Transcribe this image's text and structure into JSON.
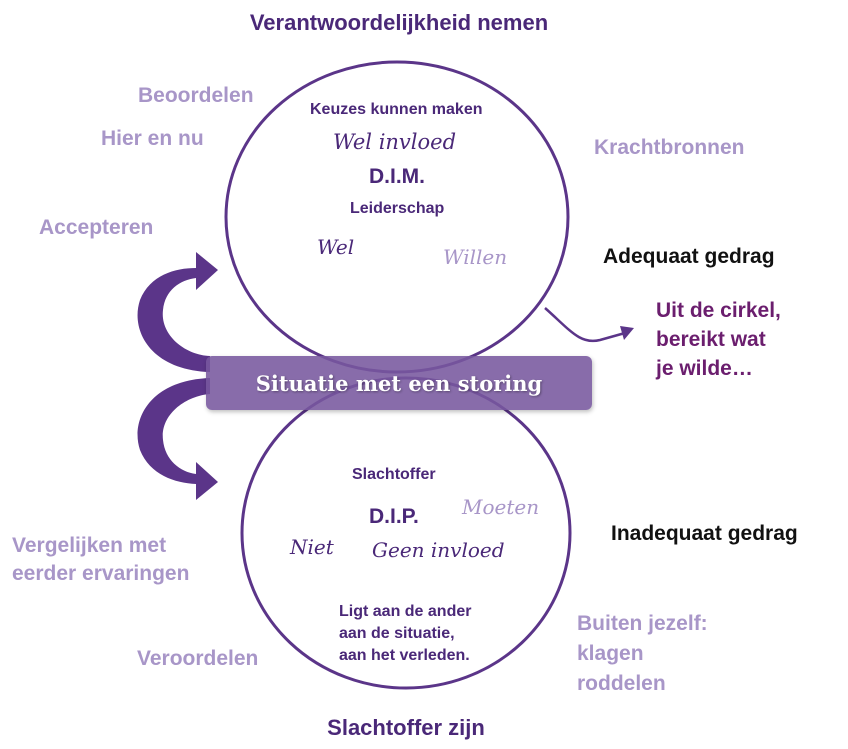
{
  "top_label": "Verantwoordelijkheid nemen",
  "bottom_label": "Slachtoffer zijn",
  "left_labels": {
    "beoordelen": "Beoordelen",
    "hier_en_nu": "Hier en nu",
    "accepteren": "Accepteren",
    "vergelijken": [
      "Vergelijken met",
      "eerder ervaringen"
    ],
    "veroordelen": "Veroordelen"
  },
  "right_labels": {
    "krachtbronnen": "Krachtbronnen",
    "adequaat": "Adequaat gedrag",
    "uit_de_cirkel": [
      "Uit de cirkel,",
      "bereikt wat",
      "je wilde…"
    ],
    "inadequaat": "Inadequaat gedrag",
    "buiten_jezelf": [
      "Buiten jezelf:",
      "klagen",
      "roddelen"
    ]
  },
  "top_circle": {
    "keuzes": "Keuzes kunnen maken",
    "wel_invloed": "Wel invloed",
    "title": "D.I.M.",
    "leiderschap": "Leiderschap",
    "wel": "Wel",
    "willen": "Willen"
  },
  "bar_label": "Situatie met een storing",
  "bottom_circle": {
    "slachtoffer": "Slachtoffer",
    "title": "D.I.P.",
    "moeten": "Moeten",
    "niet": "Niet",
    "geen_invloed": "Geen invloed",
    "ligt_aan": [
      "Ligt aan de ander",
      "aan de situatie,",
      "aan het verleden."
    ]
  },
  "colors": {
    "dark": "#4a2878",
    "light": "#a896c8",
    "arrow": "#5b3589",
    "magenta": "#6b1e6e"
  }
}
